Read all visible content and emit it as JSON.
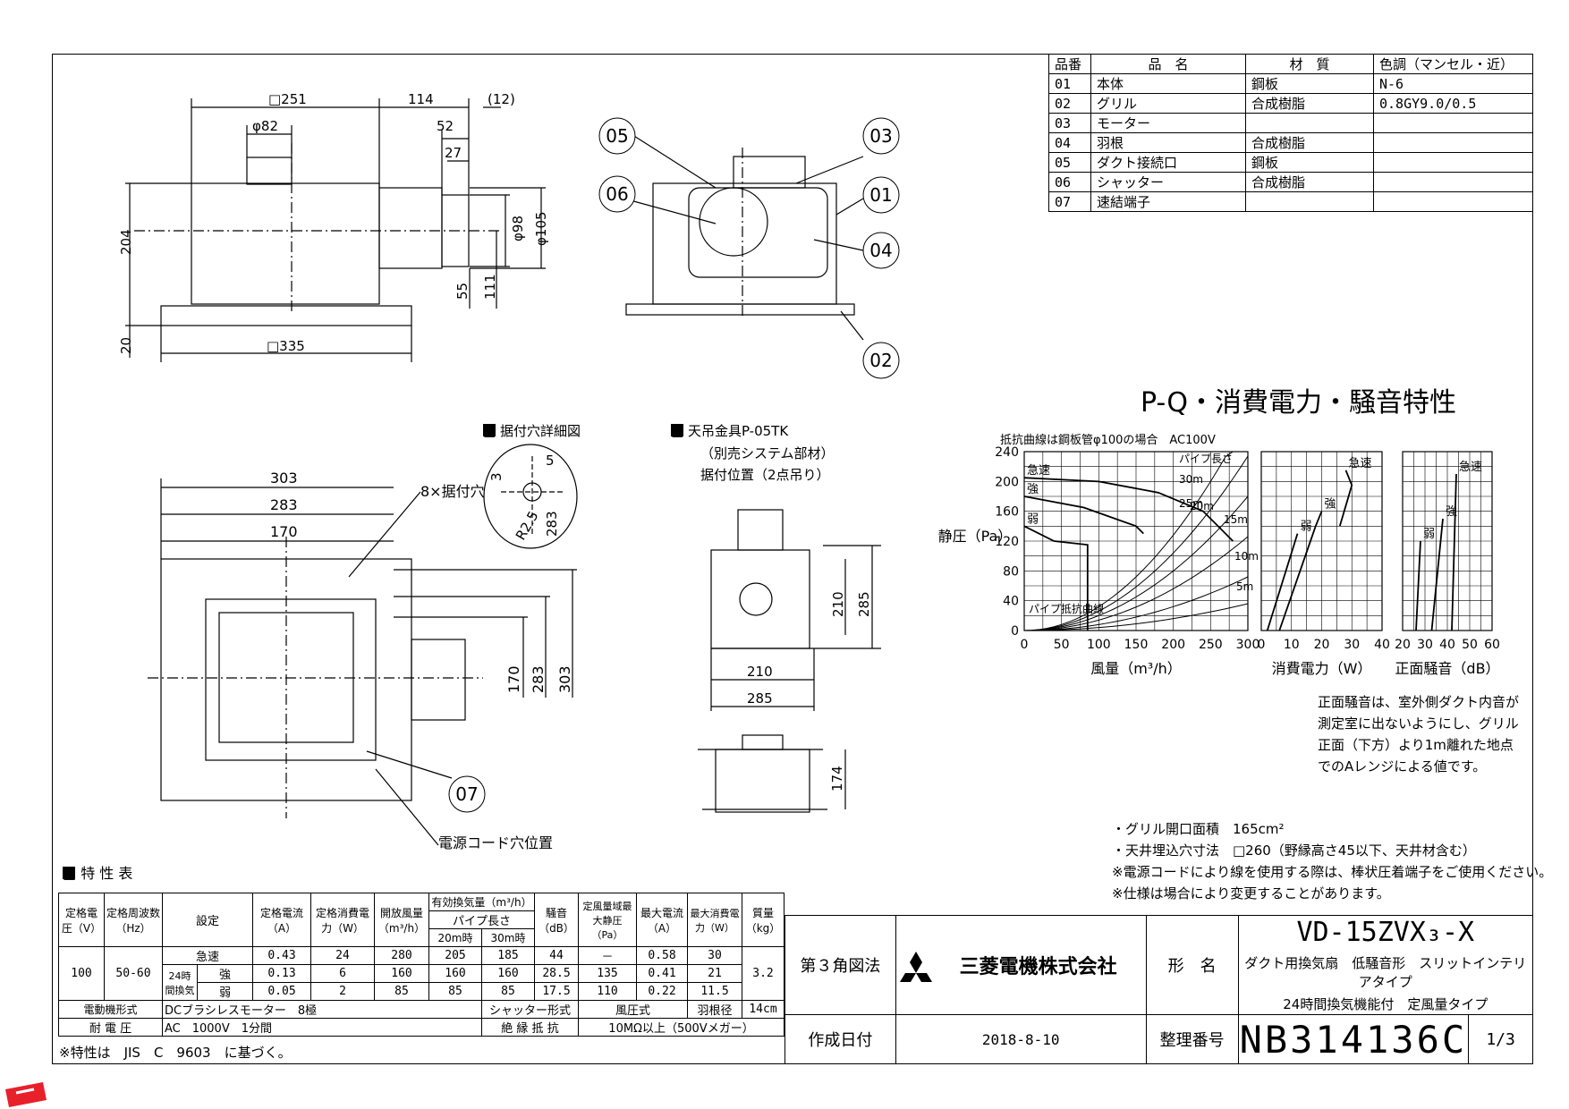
{
  "parts_table": {
    "headers": [
      "品番",
      "品　名",
      "材　質",
      "色調（マンセル・近）"
    ],
    "rows": [
      [
        "01",
        "本体",
        "鋼板",
        "N-6"
      ],
      [
        "02",
        "グリル",
        "合成樹脂",
        "0.8GY9.0/0.5"
      ],
      [
        "03",
        "モーター",
        "",
        ""
      ],
      [
        "04",
        "羽根",
        "合成樹脂",
        ""
      ],
      [
        "05",
        "ダクト接続口",
        "鋼板",
        ""
      ],
      [
        "06",
        "シャッター",
        "合成樹脂",
        ""
      ],
      [
        "07",
        "速結端子",
        "",
        ""
      ]
    ]
  },
  "top_view": {
    "dims": {
      "d251": "□251",
      "d114": "114",
      "d12": "(12)",
      "d82": "φ82",
      "d52": "52",
      "d27": "27",
      "d204": "204",
      "d98": "φ98",
      "d105": "φ105",
      "d55": "55",
      "d111": "111",
      "d20": "20",
      "d335": "□335"
    }
  },
  "callouts": [
    "05",
    "03",
    "06",
    "01",
    "04",
    "02",
    "07"
  ],
  "mounting_detail": {
    "title": "■ 据付穴詳細図",
    "d5": "5",
    "d3": "3",
    "r25": "R2.5",
    "d283": "283"
  },
  "bottom_view": {
    "dims": {
      "d303": "303",
      "d283": "283",
      "d170": "170",
      "holes": "8×据付穴",
      "v170": "170",
      "v283": "283",
      "v303": "303"
    },
    "cord_label": "電源コード穴位置"
  },
  "hanger": {
    "title": "■ 天吊金具P-05TK",
    "note1": "（別売システム部材）",
    "note2": "据付位置（2点吊り）",
    "dims": {
      "d210v": "210",
      "d285v": "285",
      "d210h": "210",
      "d285h": "285",
      "d174": "174"
    }
  },
  "chart_header": {
    "title": "P-Q・消費電力・騒音特性",
    "subtitle": "抵抗曲線は鋼板管φ100の場合　AC100V"
  },
  "chart_data": [
    {
      "type": "line",
      "title": "P-Q",
      "xlabel": "風量（m³/h）",
      "ylabel": "静圧（Pa）",
      "xlim": [
        0,
        300
      ],
      "ylim": [
        0,
        240
      ],
      "x_ticks": [
        "0",
        "50",
        "100",
        "150",
        "200",
        "250",
        "300"
      ],
      "y_ticks": [
        "0",
        "40",
        "80",
        "120",
        "160",
        "200",
        "240"
      ],
      "series": [
        {
          "name": "急速",
          "x": [
            0,
            100,
            180,
            240,
            280
          ],
          "y": [
            205,
            200,
            185,
            160,
            120
          ]
        },
        {
          "name": "強",
          "x": [
            0,
            80,
            150,
            160
          ],
          "y": [
            180,
            165,
            140,
            130
          ]
        },
        {
          "name": "弱",
          "x": [
            0,
            40,
            85,
            85
          ],
          "y": [
            140,
            120,
            115,
            0
          ]
        }
      ],
      "resistance_curves": [
        "パイプ長さ",
        "30m",
        "25m",
        "20m",
        "15m",
        "10m",
        "5m",
        "パイプ抵抗曲線"
      ]
    },
    {
      "type": "line",
      "xlabel": "消費電力（W）",
      "xlim": [
        0,
        40
      ],
      "x_ticks": [
        "0",
        "10",
        "20",
        "30",
        "40"
      ],
      "series": [
        {
          "name": "急速",
          "x": [
            28,
            30,
            26
          ],
          "y": [
            215,
            195,
            140
          ]
        },
        {
          "name": "強",
          "x": [
            20,
            18,
            6
          ],
          "y": [
            160,
            140,
            0
          ]
        },
        {
          "name": "弱",
          "x": [
            12,
            2
          ],
          "y": [
            130,
            0
          ]
        }
      ]
    },
    {
      "type": "line",
      "xlabel": "正面騒音（dB）",
      "xlim": [
        20,
        60
      ],
      "x_ticks": [
        "20",
        "30",
        "40",
        "50",
        "60"
      ],
      "series": [
        {
          "name": "急速",
          "x": [
            44,
            42
          ],
          "y": [
            210,
            0
          ]
        },
        {
          "name": "強",
          "x": [
            38,
            33
          ],
          "y": [
            150,
            0
          ]
        },
        {
          "name": "弱",
          "x": [
            28,
            26
          ],
          "y": [
            120,
            0
          ]
        }
      ]
    }
  ],
  "chart_note": [
    "正面騒音は、室外側ダクト内音が",
    "測定室に出ないようにし、グリル",
    "正面（下方）より1m離れた地点",
    "でのAレンジによる値です。"
  ],
  "notes": [
    "・グリル開口面積　165cm²",
    "・天井埋込穴寸法　□260（野縁高さ45以下、天井材含む）",
    "※電源コードにより線を使用する際は、棒状圧着端子をご使用ください。",
    "※仕様は場合により変更することがあります。"
  ],
  "spec_table": {
    "title": "■ 特 性 表",
    "h_voltage": "定格電圧（V）",
    "h_freq": "定格周波数（Hz）",
    "h_setting": "設定",
    "h_current": "定格電流（A）",
    "h_power": "定格消費電力（W）",
    "h_open": "開放風量（m³/h）",
    "h_effective": "有効換気量（m³/h）",
    "h_pipe": "パイプ長さ",
    "h_20m": "20m時",
    "h_30m": "30m時",
    "h_noise": "騒音（dB）",
    "h_maxpress": "定風量域最大静圧（Pa）",
    "h_maxcur": "最大電流（A）",
    "h_maxpow": "最大消費電力（W）",
    "h_mass": "質量（kg）",
    "voltage": "100",
    "freq": "50-60",
    "mass": "3.2",
    "vent24": "24時間換気",
    "rows": [
      [
        "急速",
        "0.43",
        "24",
        "280",
        "205",
        "185",
        "44",
        "－",
        "0.58",
        "30"
      ],
      [
        "強",
        "0.13",
        "6",
        "160",
        "160",
        "160",
        "28.5",
        "135",
        "0.41",
        "21"
      ],
      [
        "弱",
        "0.05",
        "2",
        "85",
        "85",
        "85",
        "17.5",
        "110",
        "0.22",
        "11.5"
      ]
    ],
    "motor_label": "電動機形式",
    "motor_value": "DCブラシレスモーター　8極",
    "shutter_label": "シャッター形式",
    "shutter_value": "風圧式",
    "blade_label": "羽根径",
    "blade_value": "14cm",
    "withstand_label": "耐 電 圧",
    "withstand_value": "AC　1000V　1分間",
    "insul_label": "絶 縁 抵 抗",
    "insul_value": "10MΩ以上（500Vメガー）",
    "footnote": "※特性は　JIS　C　9603　に基づく。"
  },
  "title_block": {
    "projection": "第３角図法",
    "company": "三菱電機株式会社",
    "name_label": "形　名",
    "model": "VD-15ZVX₃-X",
    "desc1": "ダクト用換気扇　低騒音形　スリットインテリアタイプ",
    "desc2": "24時間換気機能付　定風量タイプ",
    "date_label": "作成日付",
    "date": "2018-8-10",
    "number_label": "整理番号",
    "number": "NB314136C",
    "page": "1/3"
  },
  "colors": {
    "line": "#000000",
    "stamp": "#e8202a"
  }
}
